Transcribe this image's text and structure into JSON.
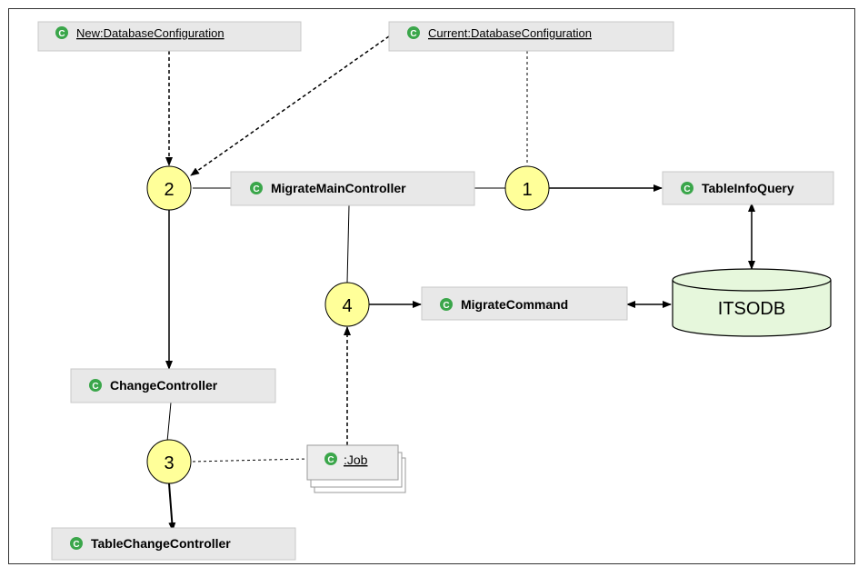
{
  "diagram": {
    "nodes": {
      "new_db_config": "New:DatabaseConfiguration",
      "current_db_config": "Current:DatabaseConfiguration",
      "migrate_main_controller": "MigrateMainController",
      "table_info_query": "TableInfoQuery",
      "migrate_command": "MigrateCommand",
      "change_controller": "ChangeController",
      "table_change_controller": "TableChangeController",
      "job": ":Job",
      "itsodb": "ITSODB"
    },
    "steps": {
      "s1": "1",
      "s2": "2",
      "s3": "3",
      "s4": "4"
    },
    "class_icon_glyph": "C"
  },
  "colors": {
    "box_fill": "#e8e8e8",
    "box_border": "#c8c8c8",
    "class_icon": "#3aa64a",
    "circle_fill": "#ffff99",
    "db_fill": "#e6f7dc",
    "line": "#000000"
  }
}
